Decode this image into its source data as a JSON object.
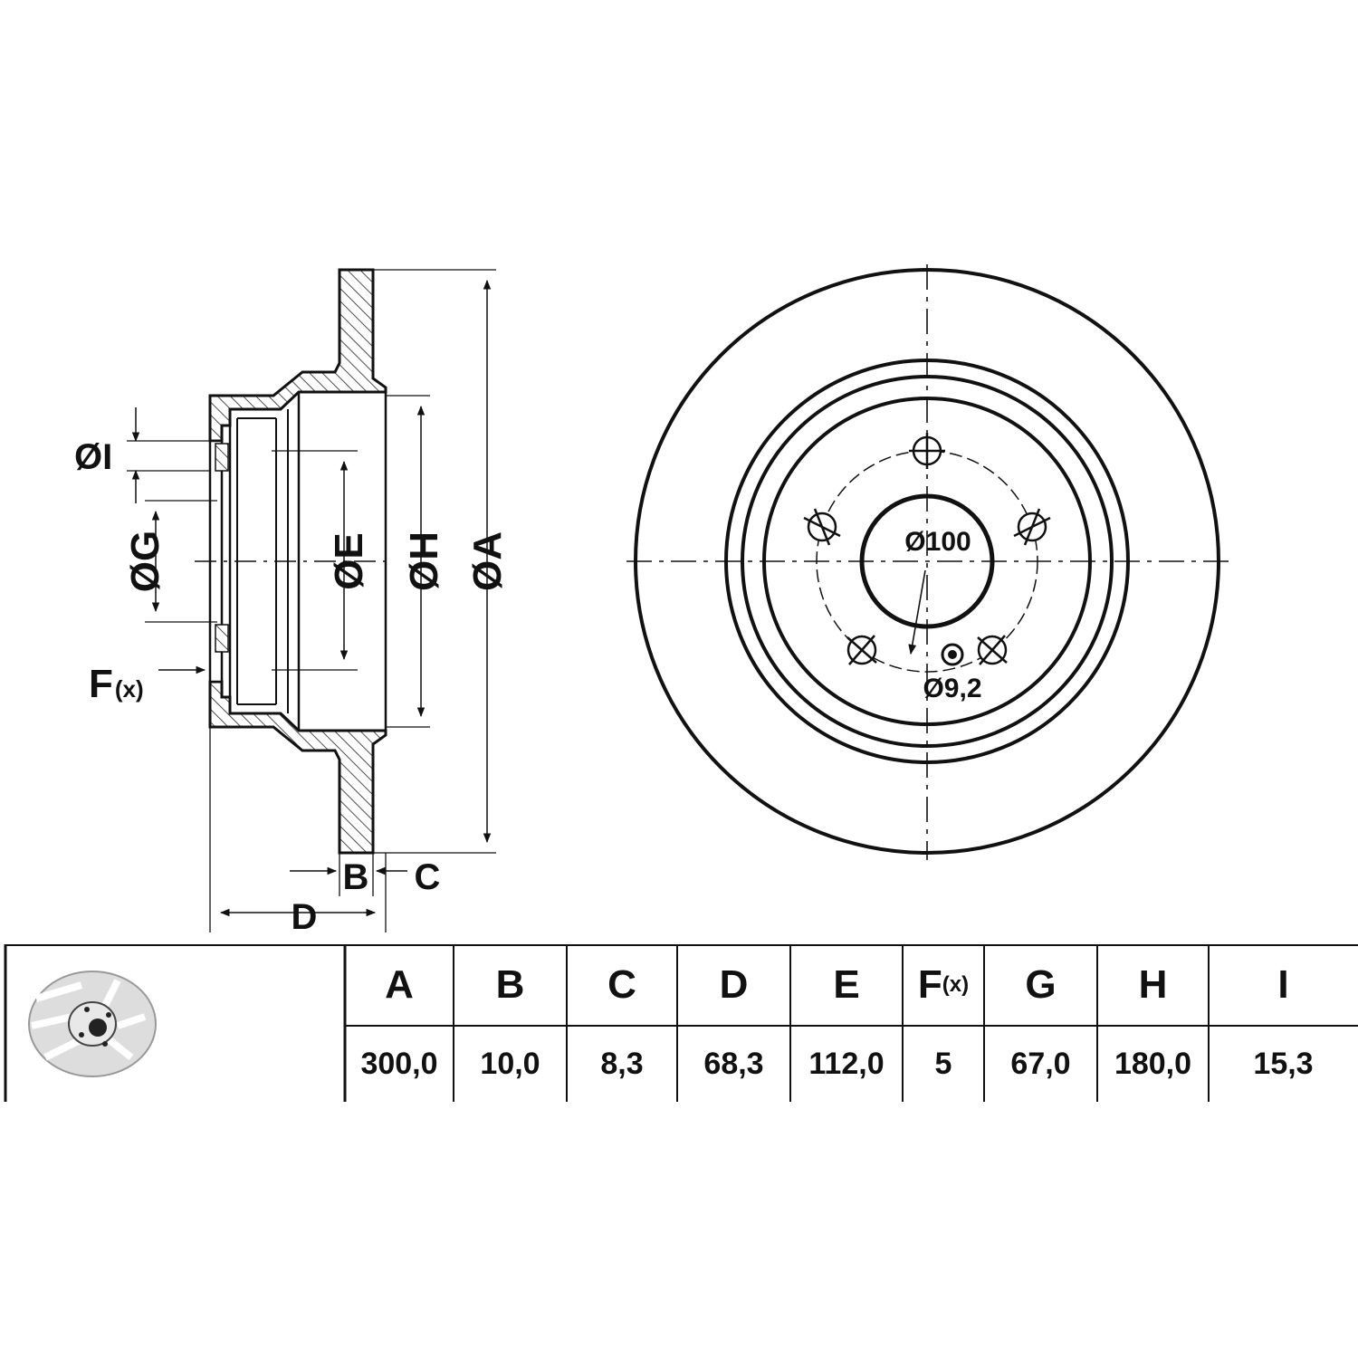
{
  "drawing": {
    "side_labels": {
      "dia_i": "ØI",
      "dia_g": "ØG",
      "dia_e": "ØE",
      "dia_h": "ØH",
      "dia_a": "ØA",
      "f_main": "F",
      "f_sub": "(x)",
      "b": "B",
      "c": "C",
      "d": "D"
    },
    "front_labels": {
      "pcd": "Ø100",
      "bolt_hole": "Ø9,2"
    }
  },
  "table": {
    "headers": [
      {
        "main": "A",
        "sub": ""
      },
      {
        "main": "B",
        "sub": ""
      },
      {
        "main": "C",
        "sub": ""
      },
      {
        "main": "D",
        "sub": ""
      },
      {
        "main": "E",
        "sub": ""
      },
      {
        "main": "F",
        "sub": "(x)"
      },
      {
        "main": "G",
        "sub": ""
      },
      {
        "main": "H",
        "sub": ""
      },
      {
        "main": "I",
        "sub": ""
      }
    ],
    "values": [
      "300,0",
      "10,0",
      "8,3",
      "68,3",
      "112,0",
      "5",
      "67,0",
      "180,0",
      "15,3"
    ]
  }
}
